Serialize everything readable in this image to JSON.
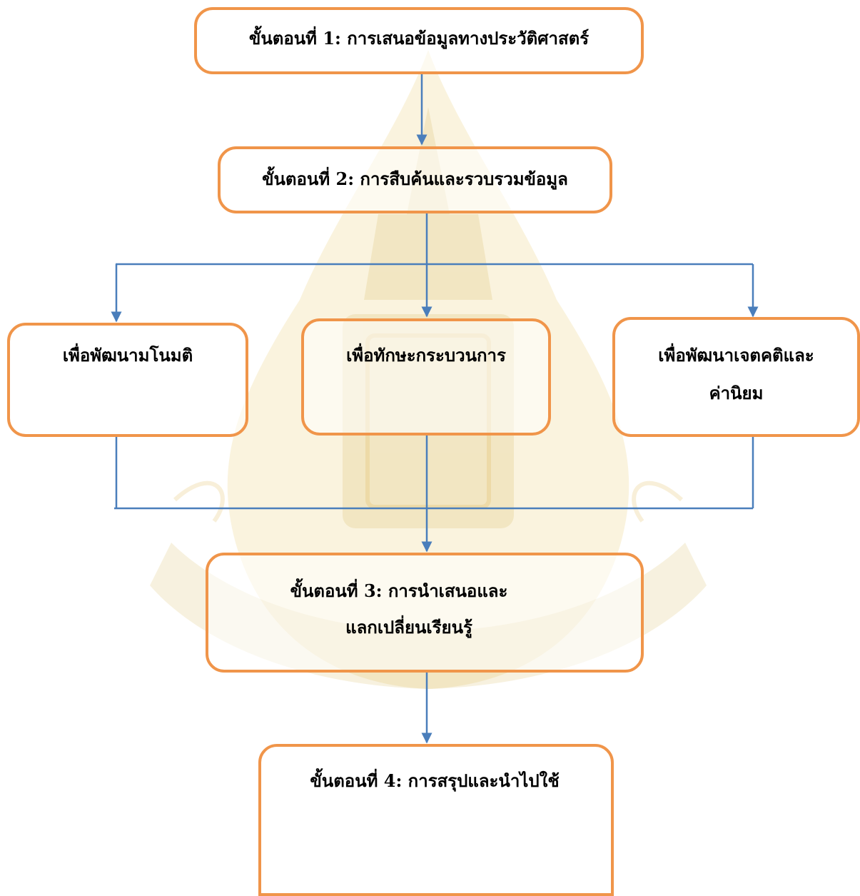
{
  "diagram": {
    "steps": {
      "step1": {
        "label": "ขั้นตอนที่ 1: การเสนอข้อมูลทางประวัติศาสตร์"
      },
      "step2": {
        "label": "ขั้นตอนที่ 2: การสืบค้นและรวบรวมข้อมูล"
      },
      "step3": {
        "line1": "ขั้นตอนที่ 3: การนำเสนอและ",
        "line2": "แลกเปลี่ยนเรียนรู้"
      },
      "step4": {
        "label": "ขั้นตอนที่ 4: การสรุปและนำไปใช้"
      }
    },
    "branches": {
      "concept": {
        "label": "เพื่อพัฒนามโนมติ"
      },
      "process": {
        "label": "เพื่อทักษะกระบวนการ"
      },
      "attitude": {
        "line1": "เพื่อพัฒนาเจตคติและ",
        "line2": "ค่านิยม"
      }
    },
    "colors": {
      "box_border": "#f0954a",
      "connector": "#4a7ebb",
      "watermark": "#e0b431"
    },
    "watermark": {
      "description_icon": "university-seal-icon"
    }
  }
}
